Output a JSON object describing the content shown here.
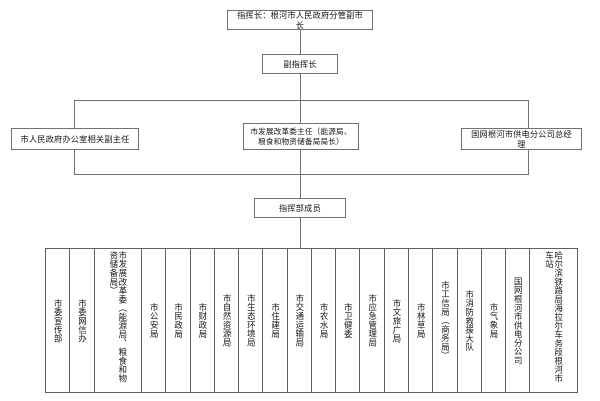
{
  "chart": {
    "type": "organization-chart",
    "title_present": false,
    "levels": [
      {
        "level": 1,
        "nodes": [
          {
            "id": "commander",
            "label": "指挥长：根河市人民政府分管副市长"
          }
        ]
      },
      {
        "level": 2,
        "nodes": [
          {
            "id": "deputy-commander",
            "label": "副指挥长"
          }
        ]
      },
      {
        "level": 3,
        "nodes": [
          {
            "id": "gov-office-deputy-director",
            "label": "市人民政府办公室相关副主任"
          },
          {
            "id": "ndrc-director",
            "label": "市发展改革委主任（能源局、粮食和物资储备局局长）"
          },
          {
            "id": "power-company-gm",
            "label": "国网根河市供电分公司总经理"
          }
        ]
      },
      {
        "level": 4,
        "nodes": [
          {
            "id": "hq-members",
            "label": "指挥部成员"
          }
        ]
      }
    ]
  },
  "members": {
    "count": 19,
    "items": [
      {
        "label": "市委宣传部",
        "wrap": false
      },
      {
        "label": "市委网信办",
        "wrap": false
      },
      {
        "label": "市发展改革委（能源局、粮食和物资储备局）",
        "wrap": true
      },
      {
        "label": "市公安局",
        "wrap": false
      },
      {
        "label": "市民政局",
        "wrap": false
      },
      {
        "label": "市财政局",
        "wrap": false
      },
      {
        "label": "市自然资源局",
        "wrap": false
      },
      {
        "label": "市生态环境局",
        "wrap": false
      },
      {
        "label": "市住建局",
        "wrap": false
      },
      {
        "label": "市交通运输局",
        "wrap": false
      },
      {
        "label": "市农水局",
        "wrap": false
      },
      {
        "label": "市卫健委",
        "wrap": false
      },
      {
        "label": "市应急管理局",
        "wrap": false
      },
      {
        "label": "市文旅广局",
        "wrap": false
      },
      {
        "label": "市林草局",
        "wrap": false
      },
      {
        "label": "市工信局（商务局）",
        "wrap": false
      },
      {
        "label": "市消防救援大队",
        "wrap": false
      },
      {
        "label": "市气象局",
        "wrap": false
      },
      {
        "label": "国网根河市供电分公司",
        "wrap": false
      },
      {
        "label": "哈尔滨铁路局海拉尔车务段根河市车站",
        "wrap": true
      }
    ]
  },
  "colors": {
    "border": "#6d7278",
    "table_border": "#5b6066",
    "background": "#ffffff",
    "text": "#141414"
  }
}
